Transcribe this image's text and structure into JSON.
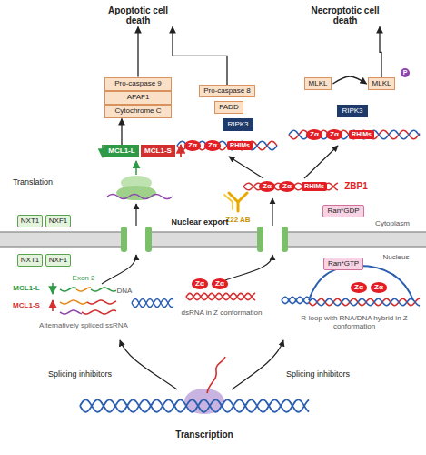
{
  "diagram": {
    "nodes": [
      {
        "text": [
          "Apoptotic cell death"
        ]
      },
      {
        "text": [
          "Necroptotic cell death"
        ]
      },
      {
        "text": [
          "Pro-caspase 9"
        ]
      },
      {
        "text": [
          "APAF1"
        ]
      },
      {
        "text": [
          "Cytochrome C"
        ]
      },
      {
        "text": [
          "MCL1-L"
        ]
      },
      {
        "text": [
          "MCL1-S"
        ]
      },
      {
        "text": [
          "Pro-caspase 8"
        ]
      },
      {
        "text": [
          "FADD"
        ]
      },
      {
        "text": [
          "RIPK3"
        ]
      },
      {
        "text": [
          "Zα"
        ]
      },
      {
        "text": [
          "Zα"
        ]
      },
      {
        "text": [
          "RHIMs"
        ]
      },
      {
        "text": [
          "MLKL"
        ]
      },
      {
        "text": [
          "MLKL"
        ]
      },
      {
        "text": [
          "P"
        ]
      },
      {
        "text": [
          "RIPK3"
        ]
      },
      {
        "text": [
          "Zα"
        ]
      },
      {
        "text": [
          "Zα"
        ]
      },
      {
        "text": [
          "RHIMs"
        ]
      },
      {
        "text": [
          "Zα"
        ]
      },
      {
        "text": [
          "Zα"
        ]
      },
      {
        "text": [
          "RHIMs"
        ]
      },
      {
        "text": [
          "NXT1"
        ]
      },
      {
        "text": [
          "NXF1"
        ]
      },
      {
        "text": [
          "Ran*GDP"
        ]
      },
      {
        "text": [
          "NXT1"
        ]
      },
      {
        "text": [
          "NXF1"
        ]
      },
      {
        "text": [
          "Ran*GTP"
        ]
      },
      {
        "text": [
          "Zα"
        ]
      },
      {
        "text": [
          "Zα"
        ]
      },
      {
        "text": [
          "Zα"
        ]
      },
      {
        "text": [
          "Zα"
        ]
      }
    ],
    "edges": [
      {
        "from": 2,
        "to": 0,
        "arrow": "to"
      },
      {
        "from": 7,
        "to": 0,
        "arrow": "to"
      },
      {
        "from": 14,
        "to": 1,
        "arrow": "to"
      },
      {
        "from": 13,
        "to": 14,
        "arrow": "to"
      },
      {
        "from": 5,
        "to": 4,
        "arrow": "to"
      }
    ],
    "labels": [
      "Translation",
      "ZBP1",
      "Z22 AB",
      "Nuclear export",
      "Cytoplasm",
      "Nucleus",
      "MCL1-L",
      "Exon 2",
      "MCL1-S",
      "Alternatively spliced ssRNA",
      "DNA",
      "dsRNA in Z conformation",
      "R-loop with RNA/DNA hybrid in Z conformation",
      "Splicing inhibitors",
      "Splicing inhibitors",
      "Transcription"
    ]
  }
}
